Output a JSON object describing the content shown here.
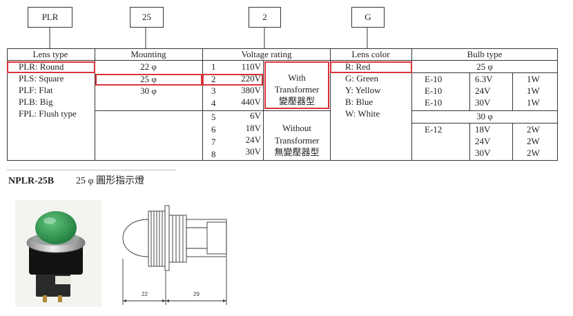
{
  "part_code": {
    "lens": "PLR",
    "mounting": "25",
    "voltage": "2",
    "color": "G"
  },
  "headers": {
    "lens_type": "Lens type",
    "mounting": "Mounting",
    "voltage": "Voltage rating",
    "lens_color": "Lens color",
    "bulb_type": "Bulb type"
  },
  "lens_types": [
    "PLR: Round",
    "PLS: Square",
    "PLF: Flat",
    "PLB: Big",
    "FPL: Flush type"
  ],
  "mountings": [
    "22 φ",
    "25 φ",
    "30 φ"
  ],
  "voltages": [
    {
      "no": "1",
      "v": "110V"
    },
    {
      "no": "2",
      "v": "220V"
    },
    {
      "no": "3",
      "v": "380V"
    },
    {
      "no": "4",
      "v": "440V"
    },
    {
      "no": "5",
      "v": "6V"
    },
    {
      "no": "6",
      "v": "18V"
    },
    {
      "no": "7",
      "v": "24V"
    },
    {
      "no": "8",
      "v": "30V"
    }
  ],
  "with_transformer": [
    "With",
    "Transformer",
    "變壓器型"
  ],
  "without_transformer": [
    "Without",
    "Transformer",
    "無變壓器型"
  ],
  "lens_colors": [
    "R: Red",
    "G: Green",
    "Y: Yellow",
    "B: Blue",
    "W: White"
  ],
  "bulb": {
    "groups": [
      {
        "size": "25 φ",
        "rows": [
          {
            "base": "E-10",
            "voltage": "6.3V",
            "wattage": "1W"
          },
          {
            "base": "E-10",
            "voltage": "24V",
            "wattage": "1W"
          },
          {
            "base": "E-10",
            "voltage": "30V",
            "wattage": "1W"
          }
        ]
      },
      {
        "size": "30 φ",
        "rows": [
          {
            "base": "E-12",
            "voltage": "18V",
            "wattage": "2W"
          },
          {
            "voltage": "24V",
            "wattage": "2W"
          },
          {
            "voltage": "30V",
            "wattage": "2W"
          }
        ]
      }
    ]
  },
  "model": {
    "code": "NPLR-25B",
    "description": "25 φ 圓形指示燈"
  },
  "drawing": {
    "dim_front": "22",
    "dim_rear": "29"
  },
  "colors": {
    "highlight": "#d8333a",
    "lens_green": "#1f7a3c",
    "lens_green_light": "#5fc27a"
  }
}
